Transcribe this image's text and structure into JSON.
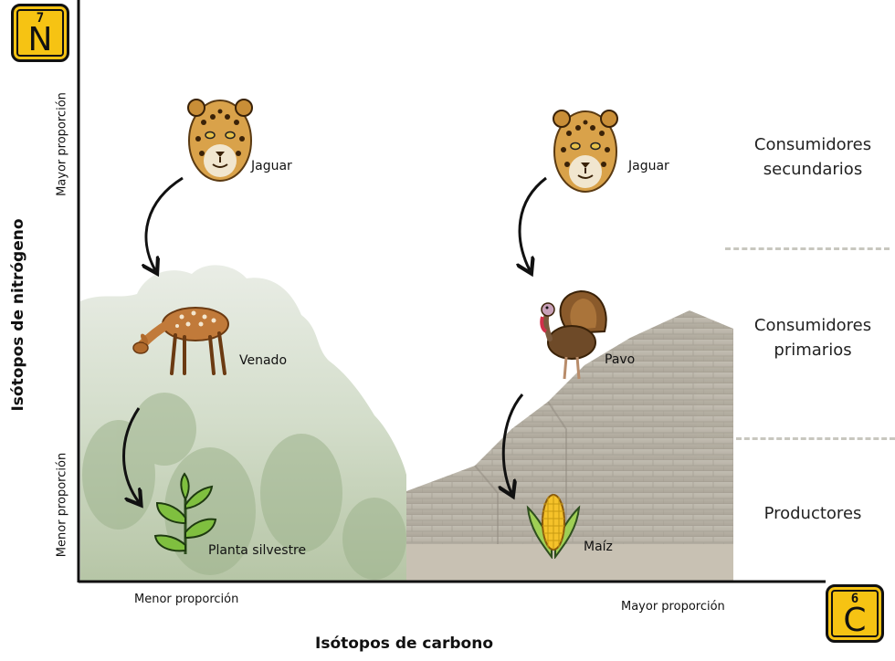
{
  "nitrogen_box": {
    "number": "7",
    "symbol": "N"
  },
  "carbon_box": {
    "number": "6",
    "symbol": "C"
  },
  "y_axis": {
    "title": "Isótopos de nitrógeno",
    "high": "Mayor proporción",
    "low": "Menor proporción"
  },
  "x_axis": {
    "title": "Isótopos de carbono",
    "low": "Menor proporción",
    "high": "Mayor proporción"
  },
  "trophic_levels": {
    "secondary": "Consumidores secundarios",
    "primary": "Consumidores primarios",
    "producers": "Productores"
  },
  "left_chain": {
    "top": "Jaguar",
    "middle": "Venado",
    "bottom": "Planta silvestre"
  },
  "right_chain": {
    "top": "Jaguar",
    "middle": "Pavo",
    "bottom": "Maíz"
  },
  "icons": [
    "jaguar-icon",
    "deer-icon",
    "plant-icon",
    "turkey-icon",
    "corn-icon"
  ]
}
